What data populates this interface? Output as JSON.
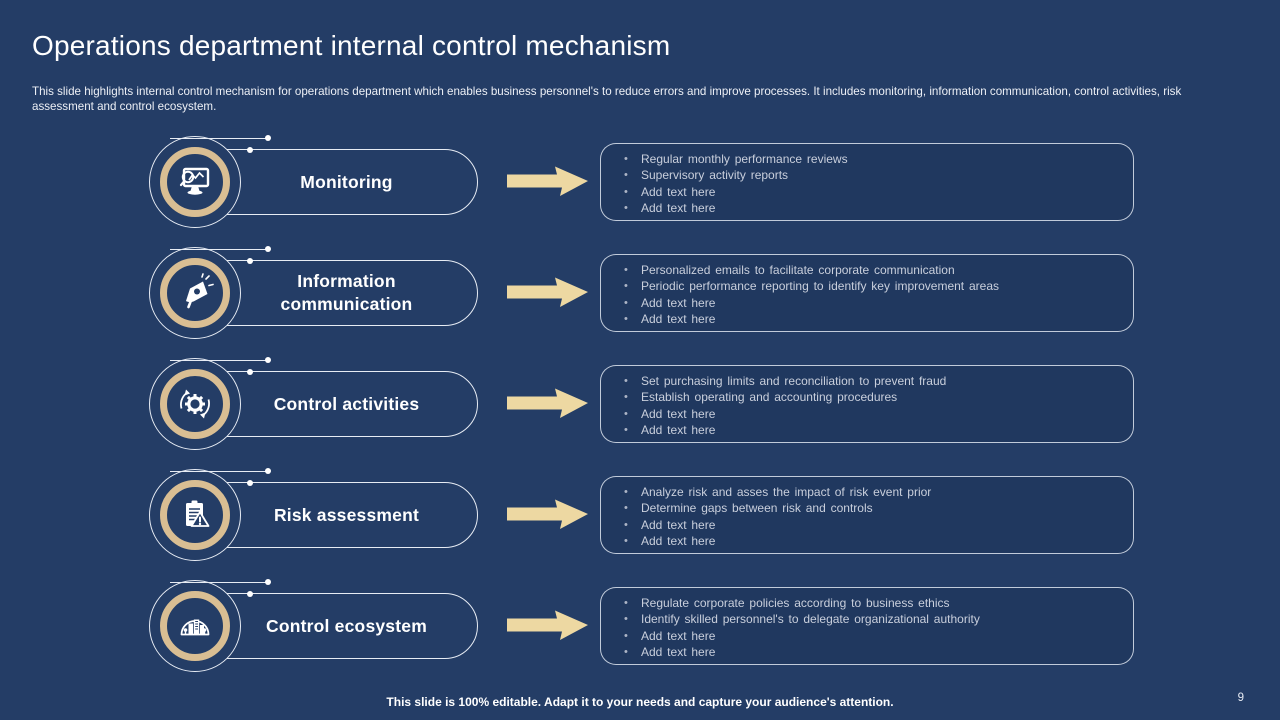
{
  "slide": {
    "title": "Operations department internal control mechanism",
    "subtitle": "This slide highlights internal control mechanism for operations department which enables business personnel's to reduce errors and improve processes. It includes monitoring, information communication, control activities, risk assessment and control ecosystem.",
    "footer": "This slide is 100% editable. Adapt it to your needs and capture your audience's attention.",
    "page_number": "9"
  },
  "colors": {
    "background": "#243D66",
    "panel_fill": "#20385F",
    "ring": "#D9BE93",
    "arrow": "#EDD8A2",
    "outline": "#E7ECF4",
    "text_main": "#FFFFFF",
    "text_bullet": "#C9CFDC"
  },
  "rows": [
    {
      "label": "Monitoring",
      "icon": "monitor-search-icon",
      "bullets": [
        "Regular monthly performance reviews",
        "Supervisory activity reports",
        "Add text here",
        "Add text here"
      ]
    },
    {
      "label": "Information communication",
      "icon": "megaphone-icon",
      "bullets": [
        "Personalized emails to facilitate corporate communication",
        "Periodic performance reporting to identify key improvement areas",
        "Add text here",
        "Add text here"
      ]
    },
    {
      "label": "Control activities",
      "icon": "gear-sync-icon",
      "bullets": [
        "Set purchasing limits and reconciliation to prevent fraud",
        "Establish operating and accounting procedures",
        "Add text here",
        "Add text here"
      ]
    },
    {
      "label": "Risk assessment",
      "icon": "clipboard-warning-icon",
      "bullets": [
        "Analyze risk and asses the impact of risk event prior",
        "Determine gaps between risk and controls",
        "Add text here",
        "Add text here"
      ]
    },
    {
      "label": "Control ecosystem",
      "icon": "dome-buildings-icon",
      "bullets": [
        "Regulate corporate policies according to business ethics",
        "Identify skilled personnel's to delegate organizational authority",
        "Add text here",
        "Add text here"
      ]
    }
  ]
}
